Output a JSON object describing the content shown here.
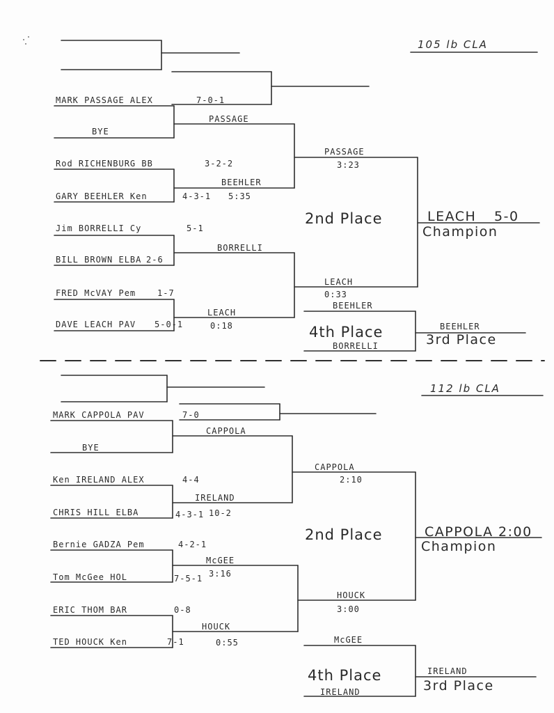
{
  "brackets": [
    {
      "weight": "105   lb CLA",
      "entries": [
        {
          "name": "MARK PASSAGE ALEX",
          "record": "7-0-1"
        },
        {
          "name": "BYE",
          "record": ""
        },
        {
          "name": "Rod RICHENBURG BB",
          "record": "3-2-2"
        },
        {
          "name": "GARY BEEHLER Ken",
          "record": "4-3-1"
        },
        {
          "name": "Jim BORRELLI Cy",
          "record": "5-1"
        },
        {
          "name": "BILL BROWN ELBA",
          "record": "2-6"
        },
        {
          "name": "FRED McVAY Pem",
          "record": "1-7"
        },
        {
          "name": "DAVE LEACH PAV",
          "record": "5-0-1"
        }
      ],
      "round2": [
        {
          "name": "PASSAGE",
          "result": ""
        },
        {
          "name": "BEEHLER",
          "result": "5:35"
        },
        {
          "name": "BORRELLI",
          "result": ""
        },
        {
          "name": "LEACH",
          "result": "0:18"
        }
      ],
      "semis": [
        {
          "name": "PASSAGE",
          "result": "3:23"
        },
        {
          "name": "LEACH",
          "result": "0:33"
        }
      ],
      "second_place_label": "2nd Place",
      "champion": {
        "name": "LEACH",
        "result": "5-0",
        "label": "Champion"
      },
      "consolation": {
        "top": "BEEHLER",
        "bottom": "BORRELLI",
        "label": "4th Place"
      },
      "third": {
        "name": "BEEHLER",
        "label": "3rd Place"
      }
    },
    {
      "weight": "112   lb CLA",
      "entries": [
        {
          "name": "MARK CAPPOLA PAV",
          "record": "7-0"
        },
        {
          "name": "BYE",
          "record": ""
        },
        {
          "name": "Ken IRELAND ALEX",
          "record": "4-4"
        },
        {
          "name": "CHRIS HILL ELBA",
          "record": "4-3-1"
        },
        {
          "name": "Bernie GADZA Pem",
          "record": "4-2-1"
        },
        {
          "name": "Tom McGee HOL",
          "record": "7-5-1"
        },
        {
          "name": "ERIC THOM BAR",
          "record": "0-8"
        },
        {
          "name": "TED HOUCK Ken",
          "record": "7-1"
        }
      ],
      "round2": [
        {
          "name": "CAPPOLA",
          "result": ""
        },
        {
          "name": "IRELAND",
          "result": "10-2"
        },
        {
          "name": "McGEE",
          "result": "3:16"
        },
        {
          "name": "HOUCK",
          "result": "0:55"
        }
      ],
      "semis": [
        {
          "name": "CAPPOLA",
          "result": "2:10"
        },
        {
          "name": "HOUCK",
          "result": "3:00"
        }
      ],
      "second_place_label": "2nd Place",
      "champion": {
        "name": "CAPPOLA",
        "result": "2:00",
        "label": "Champion"
      },
      "consolation": {
        "top": "McGEE",
        "bottom": "IRELAND",
        "label": "4th Place"
      },
      "third": {
        "name": "IRELAND",
        "label": "3rd Place"
      }
    }
  ]
}
